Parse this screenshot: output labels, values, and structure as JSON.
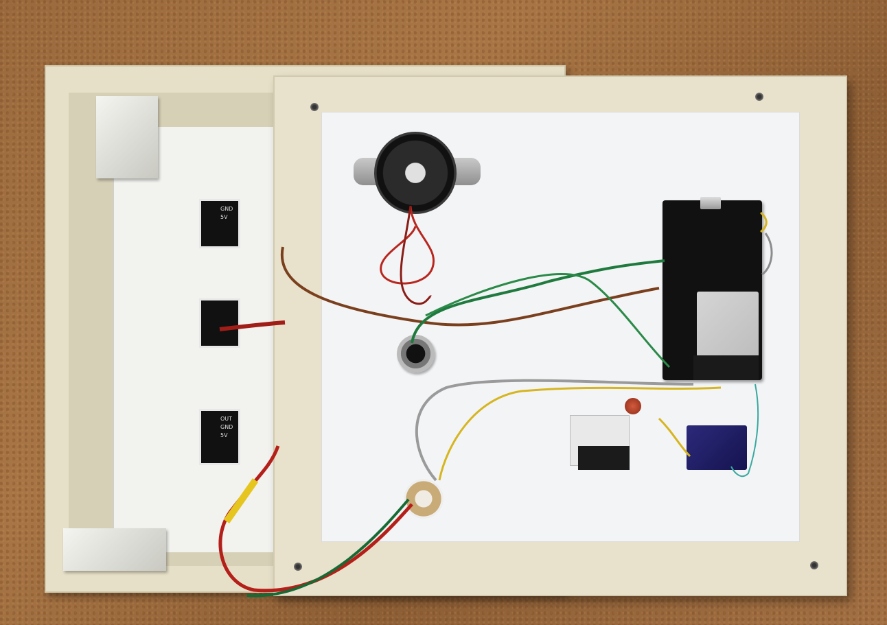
{
  "back_modules": [
    {
      "lines": [
        "",
        "GND",
        "5V"
      ]
    },
    {
      "lines": [
        "",
        "",
        ""
      ]
    },
    {
      "lines": [
        "OUT",
        "GND",
        "5V"
      ]
    }
  ]
}
